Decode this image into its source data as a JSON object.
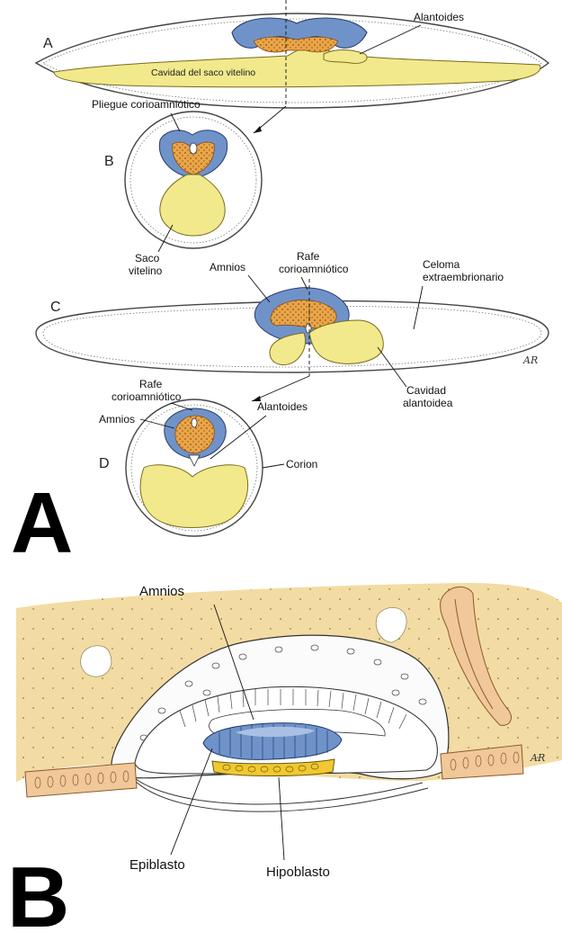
{
  "panel_a": {
    "letter": "A",
    "diagrams": {
      "a": {
        "letter": "A",
        "alantoides": "Alantoides",
        "cavidad": "Cavidad del saco vitelino"
      },
      "b": {
        "letter": "B",
        "pliegue": "Pliegue corioamniótico",
        "saco_1": "Saco",
        "saco_2": "vitelino"
      },
      "c": {
        "letter": "C",
        "amnios": "Amnios",
        "rafe_1": "Rafe",
        "rafe_2": "corioamniótico",
        "celoma_1": "Celoma",
        "celoma_2": "extraembrionario",
        "cavidad_1": "Cavidad",
        "cavidad_2": "alantoidea"
      },
      "d": {
        "letter": "D",
        "rafe_1": "Rafe",
        "rafe_2": "corioamniótico",
        "amnios": "Amnios",
        "alantoides": "Alantoides",
        "corion": "Corion"
      }
    }
  },
  "panel_b": {
    "letter": "B",
    "amnios": "Amnios",
    "epiblasto": "Epiblasto",
    "hipoblasto": "Hipoblasto"
  },
  "colors": {
    "blue": "#6f93c9",
    "orange": "#e7963b",
    "yellow": "#f1e98c",
    "sand": "#f3dca3",
    "cell": "#ffffff"
  }
}
